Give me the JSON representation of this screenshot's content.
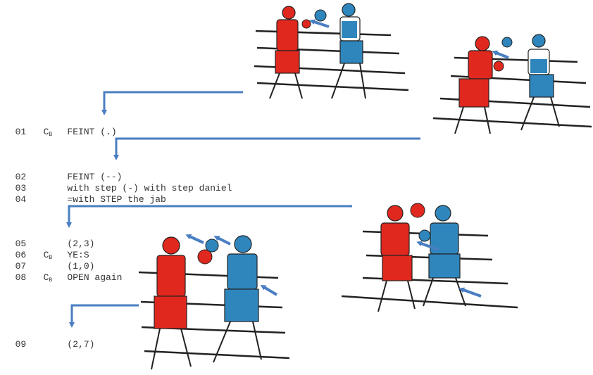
{
  "colors": {
    "red_boxer": "#e0281e",
    "blue_boxer": "#2f86bd",
    "arrow": "#4a7ec2",
    "rope": "#222222"
  },
  "speaker": {
    "letter": "C",
    "sub": "B"
  },
  "lines": [
    {
      "num": "01",
      "spk": true,
      "text": "FEINT (.)"
    },
    {
      "num": "02",
      "spk": false,
      "text": "FEINT (--)"
    },
    {
      "num": "03",
      "spk": false,
      "text": "with step (-) with step daniel"
    },
    {
      "num": "04",
      "spk": false,
      "text": "=with STEP the jab"
    },
    {
      "num": "05",
      "spk": false,
      "text": "(2,3)"
    },
    {
      "num": "06",
      "spk": true,
      "text": "YE:S"
    },
    {
      "num": "07",
      "spk": false,
      "text": "(1,0)"
    },
    {
      "num": "08",
      "spk": true,
      "text": "OPEN again"
    },
    {
      "num": "09",
      "spk": false,
      "text": "(2,7)"
    }
  ]
}
